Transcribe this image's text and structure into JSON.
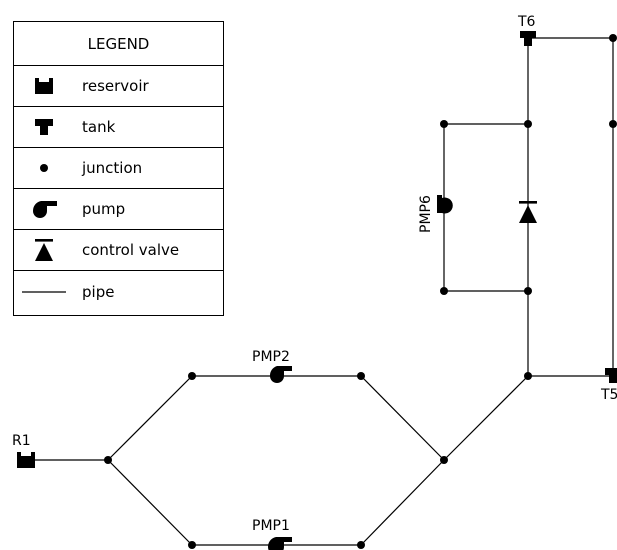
{
  "legend": {
    "title": "LEGEND",
    "items": [
      {
        "symbol": "reservoir-icon",
        "label": "reservoir"
      },
      {
        "symbol": "tank-icon",
        "label": "tank"
      },
      {
        "symbol": "junction-icon",
        "label": "junction"
      },
      {
        "symbol": "pump-icon",
        "label": "pump"
      },
      {
        "symbol": "control-valve-icon",
        "label": "control valve"
      },
      {
        "symbol": "pipe-icon",
        "label": "pipe"
      }
    ]
  },
  "network": {
    "labels": {
      "r1": "R1",
      "pmp1": "PMP1",
      "pmp2": "PMP2",
      "pmp6": "PMP6",
      "t5": "T5",
      "t6": "T6"
    }
  },
  "colors": {
    "line": "#000000",
    "background": "#ffffff"
  }
}
